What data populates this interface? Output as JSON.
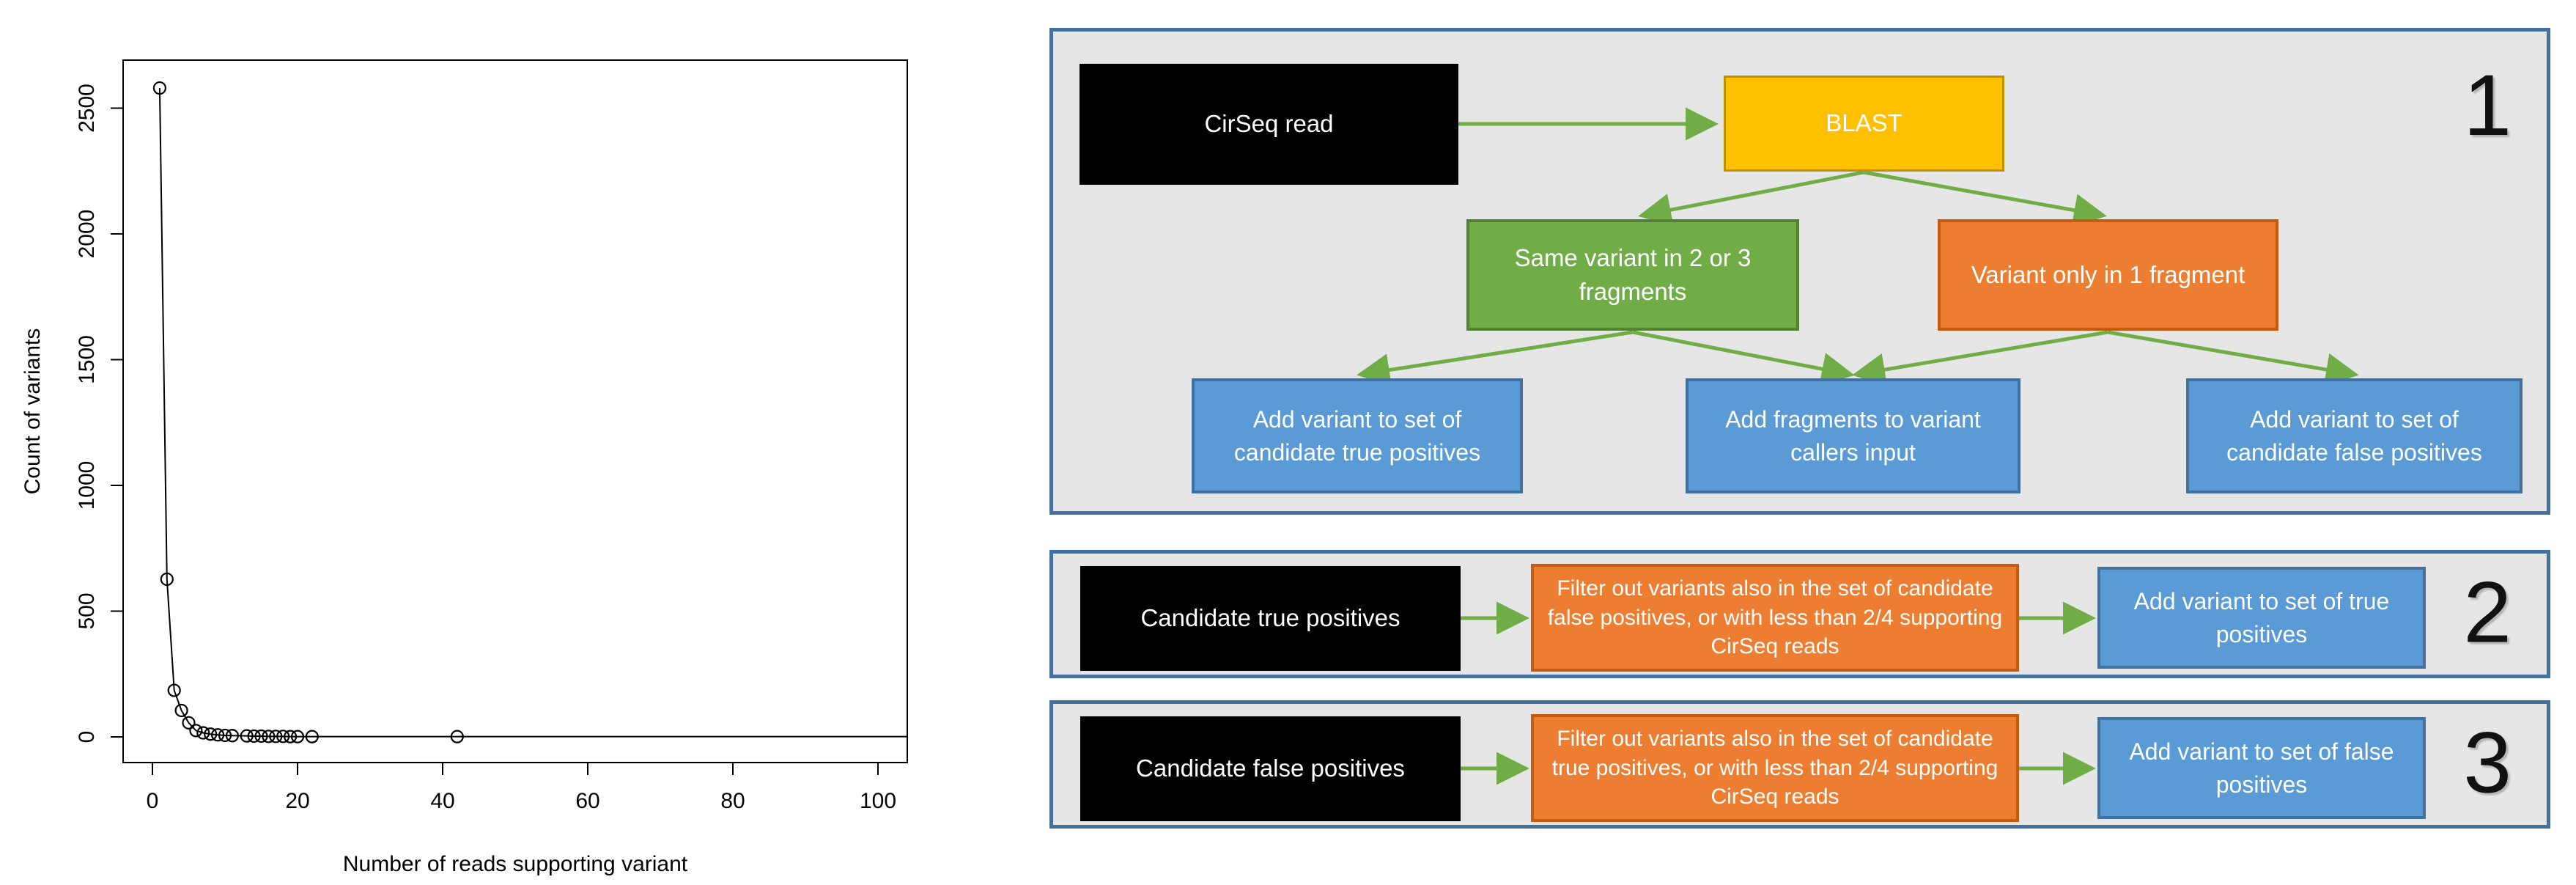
{
  "chart_data": {
    "type": "scatter",
    "title": "",
    "xlabel": "Number of reads supporting variant",
    "ylabel": "Count of variants",
    "x_ticks": [
      0,
      20,
      40,
      60,
      80,
      100
    ],
    "y_ticks": [
      0,
      500,
      1000,
      1500,
      2000,
      2500
    ],
    "xlim": [
      -4,
      104
    ],
    "ylim": [
      -103,
      2690
    ],
    "marker": "open-circle",
    "line": "points connected by thin black line",
    "line_extends_to_x": 104,
    "points": [
      {
        "x": 1,
        "y": 2580
      },
      {
        "x": 2,
        "y": 627
      },
      {
        "x": 3,
        "y": 185
      },
      {
        "x": 4,
        "y": 105
      },
      {
        "x": 5,
        "y": 56
      },
      {
        "x": 6,
        "y": 25
      },
      {
        "x": 7,
        "y": 16
      },
      {
        "x": 8,
        "y": 11
      },
      {
        "x": 9,
        "y": 8
      },
      {
        "x": 10,
        "y": 6
      },
      {
        "x": 11,
        "y": 5
      },
      {
        "x": 13,
        "y": 4
      },
      {
        "x": 14,
        "y": 3
      },
      {
        "x": 15,
        "y": 3
      },
      {
        "x": 16,
        "y": 2
      },
      {
        "x": 17,
        "y": 2
      },
      {
        "x": 18,
        "y": 2
      },
      {
        "x": 19,
        "y": 1
      },
      {
        "x": 20,
        "y": 1
      },
      {
        "x": 22,
        "y": 1
      },
      {
        "x": 42,
        "y": 1
      }
    ]
  },
  "colors": {
    "panel_border": "#41719C",
    "panel_background": "#E7E6E6",
    "black_box": "#000000",
    "gold_box": "#FFC000",
    "gold_border": "#BF9000",
    "green_box": "#70AD47",
    "green_border": "#538135",
    "orange_box": "#ED7D31",
    "orange_border": "#C55A11",
    "blue_box": "#5B9BD5",
    "blue_border": "#41719C",
    "arrow": "#70AD47"
  },
  "diagram": {
    "panels": [
      {
        "number": "1",
        "nodes": {
          "source": "CirSeq read",
          "blast": "BLAST",
          "branch_left": "Same variant in 2 or 3 fragments",
          "branch_right": "Variant only in 1 fragment",
          "outcome_left": "Add variant to set of candidate true positives",
          "outcome_mid": "Add fragments to variant callers input",
          "outcome_right": "Add variant to set of candidate false positives"
        }
      },
      {
        "number": "2",
        "nodes": {
          "source": "Candidate true positives",
          "filter": "Filter out variants also in the set of candidate false positives, or with less than 2/4 supporting CirSeq reads",
          "result": "Add variant to set of true positives"
        }
      },
      {
        "number": "3",
        "nodes": {
          "source": "Candidate false positives",
          "filter": "Filter out variants also in the set of candidate true positives, or with less than 2/4 supporting CirSeq reads",
          "result": "Add variant to set of false positives"
        }
      }
    ]
  }
}
